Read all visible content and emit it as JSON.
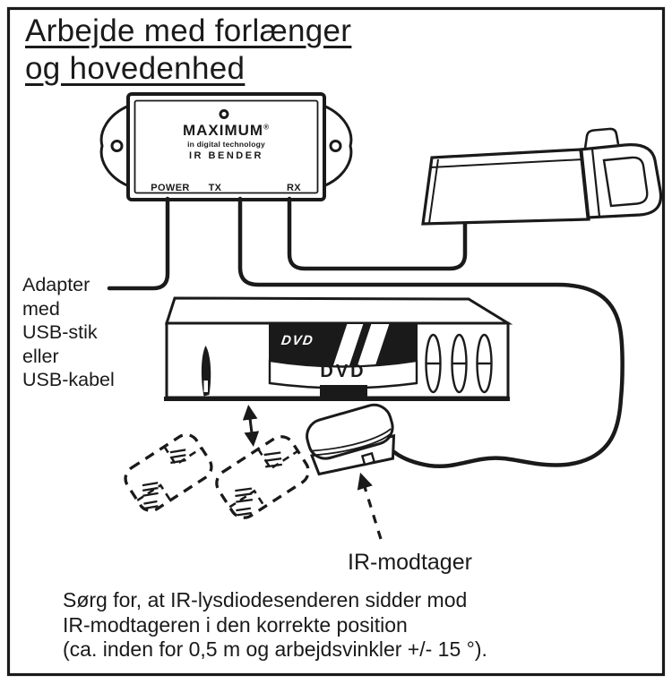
{
  "page": {
    "background": "#ffffff",
    "ink": "#1a1a1a"
  },
  "title": {
    "line1": "Arbejde med forlænger",
    "line2": "og hovedenhed"
  },
  "ir_bender": {
    "brand": "MAXIMUM",
    "brand_reg": "®",
    "tagline": "in digital technology",
    "model": "IR BENDER",
    "port_power": "POWER",
    "port_tx": "TX",
    "port_rx": "RX"
  },
  "adapter_label": {
    "line1": "Adapter",
    "line2": "med",
    "line3": "USB-stik",
    "line4": "eller",
    "line5": "USB-kabel"
  },
  "dvd_player": {
    "display_logo": "DVD",
    "tray_label": "DVD"
  },
  "ir_receiver_label": "IR-modtager",
  "note": {
    "line1": "Sørg for, at IR-lysdiodesenderen sidder mod",
    "line2": "IR-modtageren i den korrekte position",
    "line3": "(ca. inden for 0,5 m og arbejdsvinkler +/- 15 °)."
  }
}
